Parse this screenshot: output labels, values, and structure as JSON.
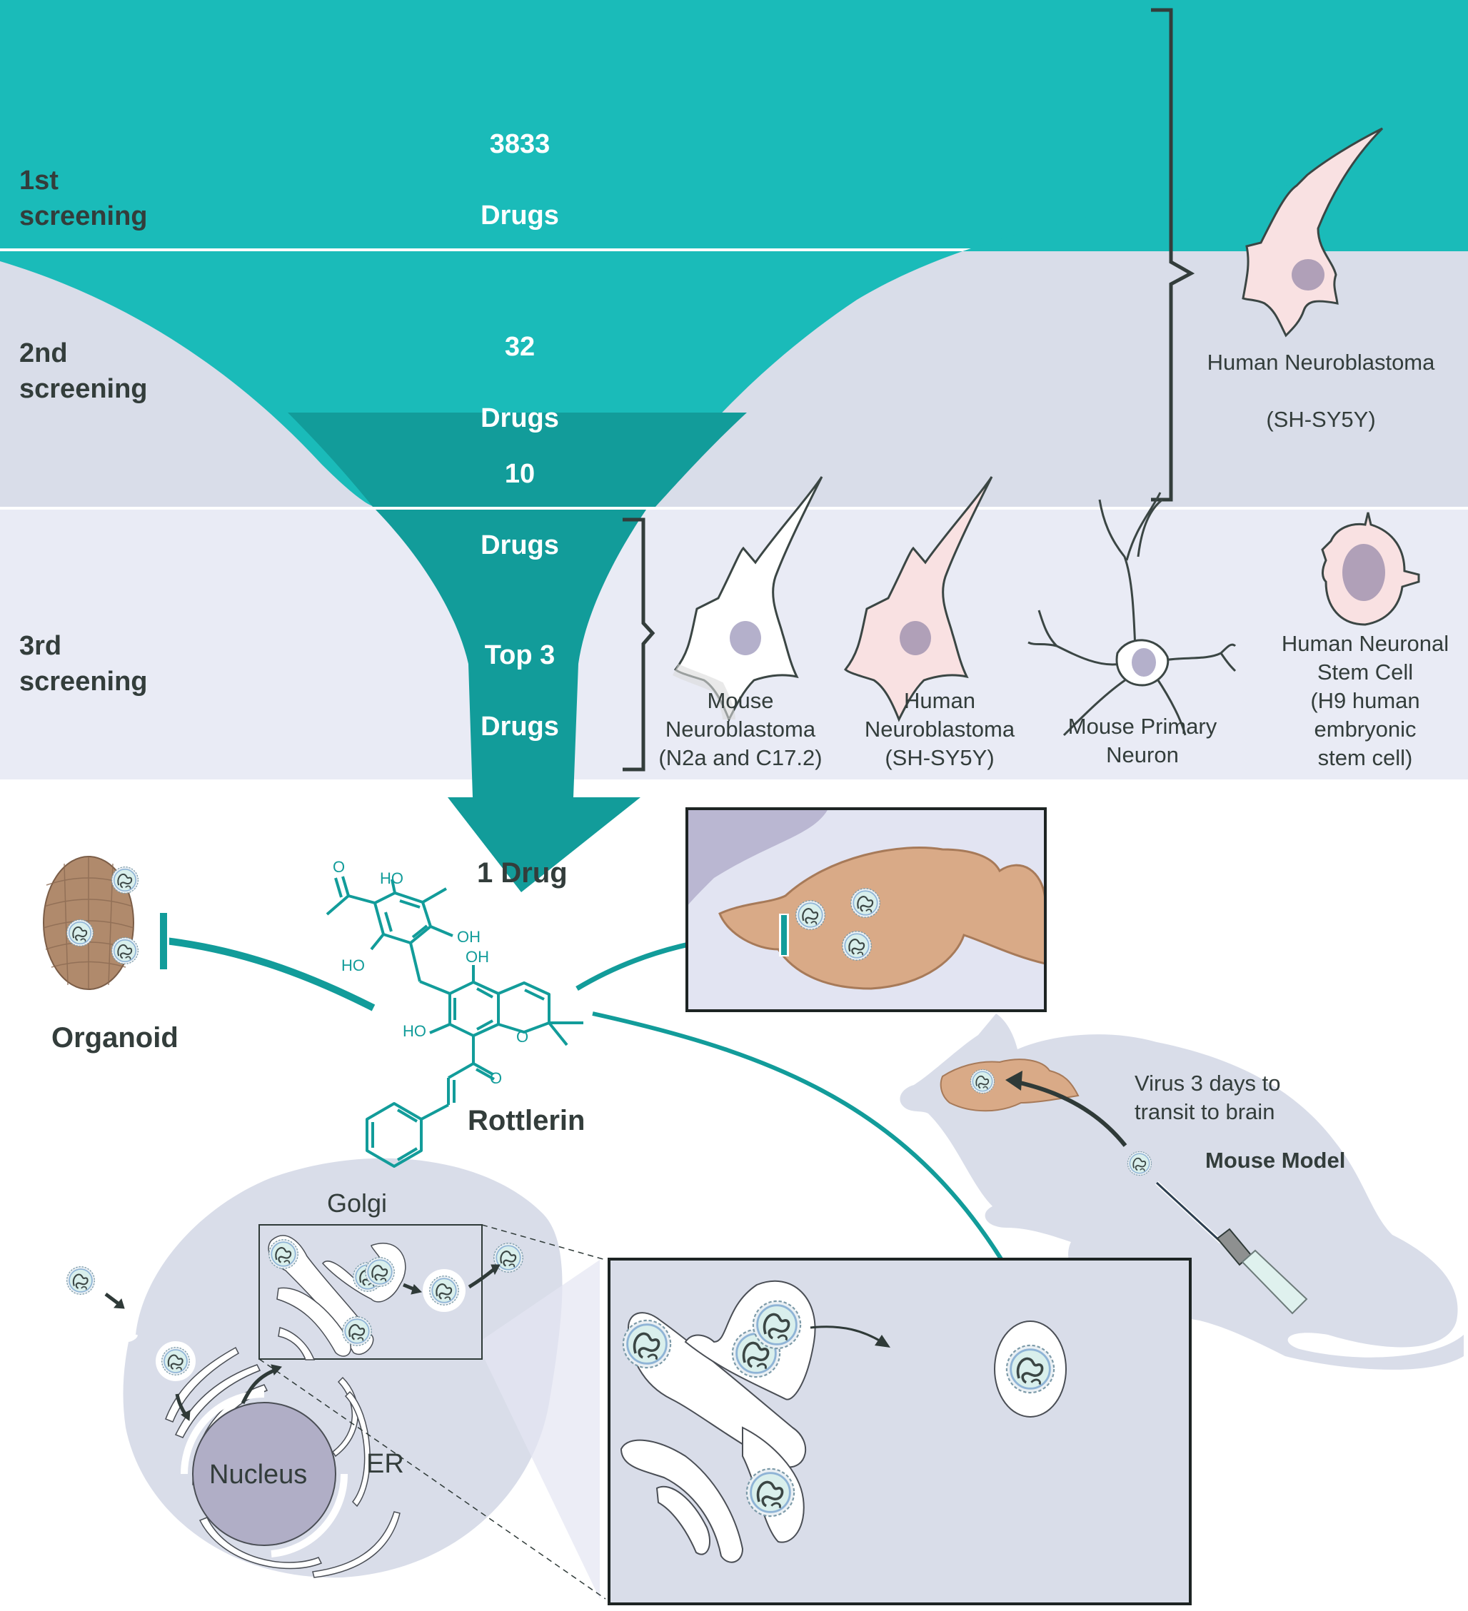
{
  "colors": {
    "teal_light": "#1abbb9",
    "teal_dark": "#129c9a",
    "row2_bg": "#d9dde9",
    "row3_bg": "#e9ebf5",
    "text_dark": "#333d3b",
    "cell_pink": "#f9e1e2",
    "nucleus_purple": "#b0a9c2",
    "brain_tan": "#d9aa87",
    "mouse_silhouette": "#d9dde9"
  },
  "screening": {
    "stages": [
      {
        "label": "1st\nscreening"
      },
      {
        "label": "2nd\nscreening"
      },
      {
        "label": "3rd\nscreening"
      }
    ],
    "funnel_counts": [
      {
        "value": "3833",
        "unit": "Drugs"
      },
      {
        "value": "32",
        "unit": "Drugs"
      },
      {
        "value": "10",
        "unit": "Drugs"
      },
      {
        "value": "Top 3",
        "unit": "Drugs"
      }
    ],
    "result": "1 Drug"
  },
  "cell_lines": {
    "stage12": {
      "name": "Human Neuroblastoma",
      "detail": "(SH-SY5Y)"
    },
    "stage3": [
      {
        "label": "Mouse\nNeuroblastoma\n(N2a and C17.2)",
        "icon": "mouse-neuroblastoma-cell-icon"
      },
      {
        "label": "Human\nNeuroblastoma\n(SH-SY5Y)",
        "icon": "human-neuroblastoma-cell-icon"
      },
      {
        "label": "Mouse Primary\nNeuron",
        "icon": "mouse-primary-neuron-icon"
      },
      {
        "label": "Human Neuronal\nStem Cell\n(H9 human\nembryonic\nstem cell)",
        "icon": "human-neuronal-stem-cell-icon"
      }
    ]
  },
  "compound": {
    "name": "Rottlerin",
    "atoms": [
      "HO",
      "OH",
      "HO",
      "OH",
      "HO",
      "O",
      "O",
      "O"
    ]
  },
  "models": {
    "organoid": "Organoid",
    "mouse": {
      "title": "Mouse Model",
      "note": "Virus 3 days to\ntransit to brain"
    }
  },
  "cell_diagram": {
    "golgi": "Golgi",
    "nucleus": "Nucleus",
    "er": "ER"
  }
}
